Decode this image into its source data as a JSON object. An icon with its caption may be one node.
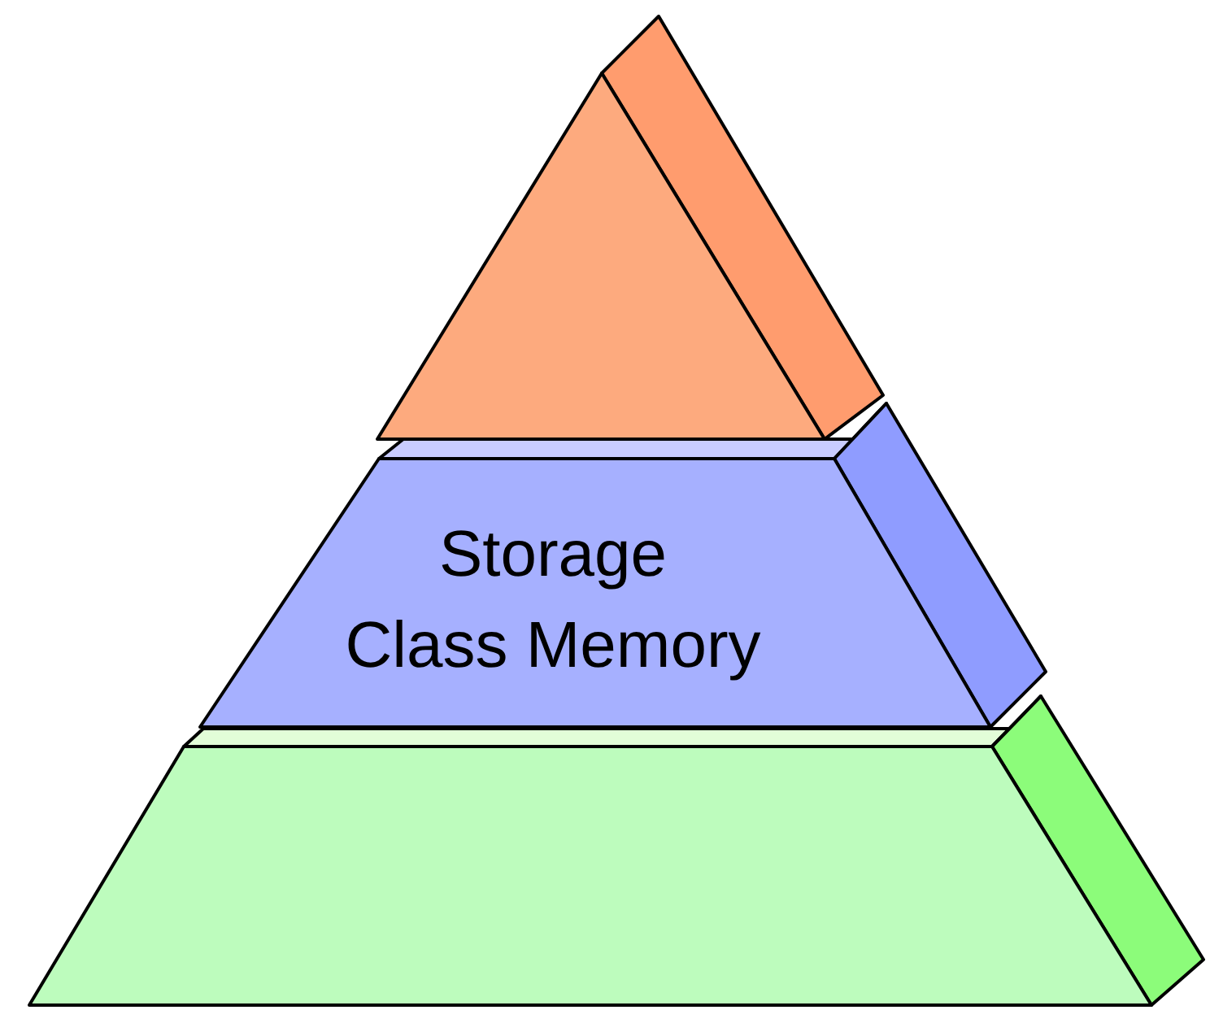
{
  "diagram": {
    "nodes": [
      {
        "text": [],
        "shape": "triangle"
      },
      {
        "text": [
          "Storage Class Memory"
        ]
      },
      {
        "text": [],
        "shape": "trapezoid"
      }
    ]
  }
}
